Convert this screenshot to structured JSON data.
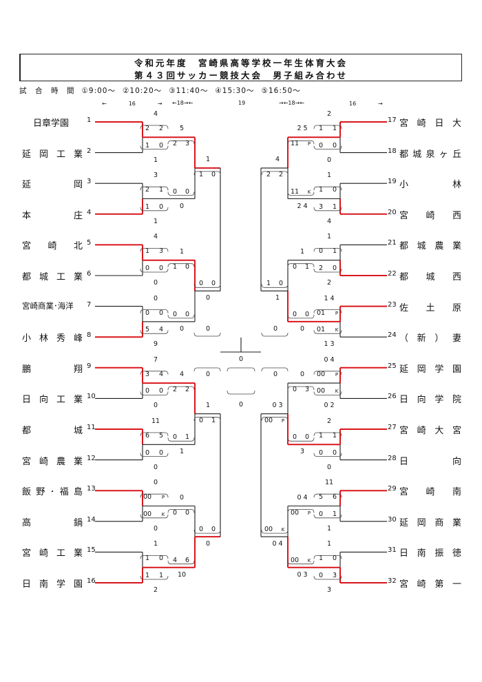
{
  "title": {
    "line1": "令和元年度　宮崎県高等学校一年生体育大会",
    "line2": "第４３回サッカー競技大会　男子組み合わせ"
  },
  "schedule": {
    "label": "試　合　時　間",
    "times": [
      "①9:00～",
      "②10:20～",
      "③11:40～",
      "④15:30～",
      "⑤16:50～"
    ]
  },
  "durations": {
    "d1": "←　　　　16　　　　→",
    "d2": "←18→←",
    "d3": "19",
    "d4": "→←18→←",
    "d5": "16　　　　→"
  },
  "left_teams": [
    {
      "seed": "1",
      "name": "日章学園"
    },
    {
      "seed": "2",
      "name": "延岡工業"
    },
    {
      "seed": "3",
      "name": "延岡"
    },
    {
      "seed": "4",
      "name": "本庄"
    },
    {
      "seed": "5",
      "name": "宮崎北"
    },
    {
      "seed": "6",
      "name": "都城工業"
    },
    {
      "seed": "7",
      "name": "宮崎商業･海洋"
    },
    {
      "seed": "8",
      "name": "小林秀峰"
    },
    {
      "seed": "9",
      "name": "鵬翔"
    },
    {
      "seed": "10",
      "name": "日向工業"
    },
    {
      "seed": "11",
      "name": "都城"
    },
    {
      "seed": "12",
      "name": "宮崎農業"
    },
    {
      "seed": "13",
      "name": "飯野･福島"
    },
    {
      "seed": "14",
      "name": "高鍋"
    },
    {
      "seed": "15",
      "name": "宮崎工業"
    },
    {
      "seed": "16",
      "name": "日南学園"
    }
  ],
  "right_teams": [
    {
      "seed": "17",
      "name": "宮崎日大"
    },
    {
      "seed": "18",
      "name": "都城泉ヶ丘"
    },
    {
      "seed": "19",
      "name": "小林"
    },
    {
      "seed": "20",
      "name": "宮崎西"
    },
    {
      "seed": "21",
      "name": "都城農業"
    },
    {
      "seed": "22",
      "name": "都城西"
    },
    {
      "seed": "23",
      "name": "佐土原"
    },
    {
      "seed": "24",
      "name": "（新）妻"
    },
    {
      "seed": "25",
      "name": "延岡学園"
    },
    {
      "seed": "26",
      "name": "日向学院"
    },
    {
      "seed": "27",
      "name": "宮崎大宮"
    },
    {
      "seed": "28",
      "name": "日向"
    },
    {
      "seed": "29",
      "name": "宮崎南"
    },
    {
      "seed": "30",
      "name": "延岡商業"
    },
    {
      "seed": "31",
      "name": "日南振徳"
    },
    {
      "seed": "32",
      "name": "宮崎第一"
    }
  ],
  "scores": {
    "L1_tot": [
      "4",
      "1",
      "3",
      "1",
      "4",
      "0",
      "0",
      "9",
      "7",
      "0",
      "11",
      "0",
      "0",
      "0",
      "1",
      "2"
    ],
    "L1_halves": [
      [
        "2",
        "2"
      ],
      [
        "1",
        "0"
      ],
      [
        "2",
        "1"
      ],
      [
        "1",
        "0"
      ],
      [
        "1",
        "3"
      ],
      [
        "0",
        "0"
      ],
      [
        "0",
        "0"
      ],
      [
        "5",
        "4"
      ],
      [
        "3",
        "4"
      ],
      [
        "0",
        "0"
      ],
      [
        "6",
        "5"
      ],
      [
        "0",
        "0"
      ],
      [
        "00",
        "P"
      ],
      [
        "00",
        "K"
      ],
      [
        "1",
        "0"
      ],
      [
        "1",
        "1"
      ]
    ],
    "L1_extra": [
      "5",
      "4"
    ],
    "L2_tot": [
      "5",
      "0",
      "1",
      "0",
      "4",
      "1",
      "0",
      "10"
    ],
    "L2_halves": [
      [
        "2",
        "3"
      ],
      [
        "0",
        "0"
      ],
      [
        "1",
        "0"
      ],
      [
        "0",
        "0"
      ],
      [
        "2",
        "2"
      ],
      [
        "0",
        "1"
      ],
      [
        "0",
        "0"
      ],
      [
        "4",
        "6"
      ]
    ],
    "L3_tot": [
      "1",
      "0",
      "1",
      "0"
    ],
    "L3_halves": [
      [
        "1",
        "0"
      ],
      [
        "0",
        "0"
      ],
      [
        "0",
        "1"
      ],
      [
        "0",
        "0"
      ]
    ],
    "L4_tot": [
      "0",
      "0"
    ],
    "final_tot": "0",
    "final_sub": "0",
    "R1_tot": [
      "2",
      "0",
      "1",
      "4",
      "1",
      "2",
      "1 4",
      "1 3",
      "0 4",
      "0 2",
      "2",
      "0",
      "11",
      "1",
      "1",
      "3"
    ],
    "R1_halves": [
      [
        "1",
        "1"
      ],
      [
        "0",
        "0"
      ],
      [
        "1",
        "0"
      ],
      [
        "3",
        "1"
      ],
      [
        "0",
        "1"
      ],
      [
        "2",
        "0"
      ],
      [
        "01",
        "P"
      ],
      [
        "01",
        "K"
      ],
      [
        "00",
        "P"
      ],
      [
        "00",
        "K"
      ],
      [
        "1",
        "1"
      ],
      [
        "0",
        "0"
      ],
      [
        "5",
        "6"
      ],
      [
        "0",
        "1"
      ],
      [
        "1",
        "0"
      ],
      [
        "0",
        "3"
      ]
    ],
    "R2_tot": [
      "2 5",
      "2 4",
      "1",
      "0",
      "0",
      "3",
      "0 4",
      "0 3"
    ],
    "R2_halves": [
      [
        "11",
        "P"
      ],
      [
        "11",
        "K"
      ],
      [
        "0",
        "1"
      ],
      [
        "0",
        "0"
      ],
      [
        "0",
        "3"
      ],
      [
        "0",
        "0"
      ],
      [
        "00",
        "P"
      ],
      [
        "00",
        "K"
      ]
    ],
    "R3_tot": [
      "4",
      "1",
      "0 3",
      "0 4"
    ],
    "R3_halves": [
      [
        "2",
        "2"
      ],
      [
        "1",
        "0"
      ],
      [
        "00",
        "P"
      ],
      [
        "00",
        "K"
      ]
    ],
    "R4_tot": [
      "0",
      "0"
    ],
    "lose_tot": "0",
    "lose_sub": "0",
    "r2_top": "0 0"
  },
  "colors": {
    "winner": "#d9151b",
    "line": "#1a1a1a"
  }
}
